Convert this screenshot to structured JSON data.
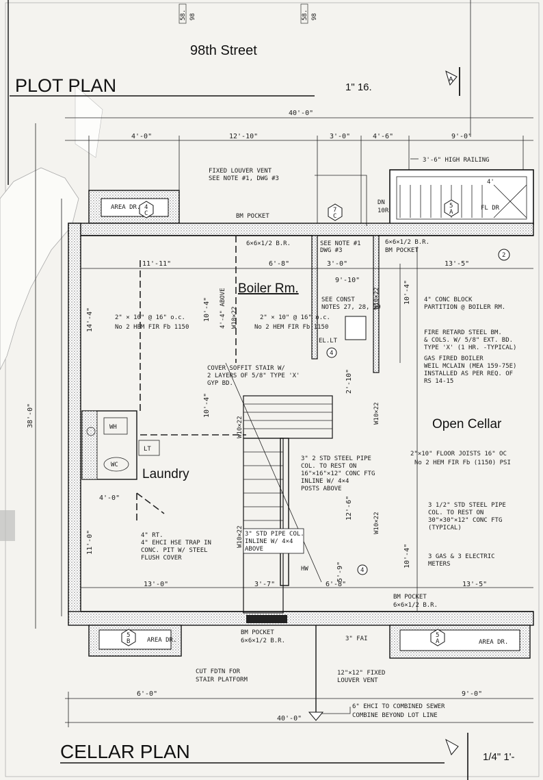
{
  "header": {
    "street": "98th Street",
    "plot_title": "PLOT PLAN",
    "plot_scale": "1\" 16.",
    "section_marker": "A",
    "top_refs": [
      "58.",
      "98",
      "58.",
      "98"
    ]
  },
  "footer": {
    "title": "CELLAR PLAN",
    "scale": "1/4\" 1'-"
  },
  "rooms": {
    "boiler": "Boiler Rm.",
    "laundry": "Laundry",
    "open_cellar": "Open Cellar"
  },
  "dimensions": {
    "overall_top": "40'-0\"",
    "overall_bottom": "40'-0\"",
    "top_segments": [
      "4'-0\"",
      "12'-10\"",
      "3'-0\"",
      "4'-6\"",
      "9'-0\""
    ],
    "left_vertical": "38'-0\"",
    "inner": [
      "11'-11\"",
      "6'-8\"",
      "3'-0\"",
      "13'-5\"",
      "9'-10\"",
      "10'-4\"",
      "10'-4\"",
      "14'-4\"",
      "4'-0\"",
      "13'-0\"",
      "3'-7\"",
      "6'-8\"",
      "13'-5\"",
      "11'-0\"",
      "10'-4\"",
      "4'-4\" ABOVE",
      "2'-10\"",
      "12'-6\"",
      "10'-4\"",
      "5'-9\"",
      "6'-0\"",
      "9'-0\"",
      "4'"
    ],
    "beams": [
      "W10×22",
      "W10×22",
      "W10×22",
      "W10×22",
      "W10×22",
      "W10×22"
    ]
  },
  "notes": {
    "railing": "3'-6\" HIGH RAILING",
    "louver_top": [
      "FIXED LOUVER VENT",
      "SEE NOTE #1, DWG #3"
    ],
    "bm_pocket_top": "BM POCKET",
    "bm_beam_top": "6×6×1/2 B.R.",
    "see_note": [
      "SEE NOTE #1",
      "DWG #3"
    ],
    "bm_right_top": [
      "6×6×1/2 B.R.",
      "BM POCKET"
    ],
    "dn": [
      "DN",
      "10R"
    ],
    "flr": "FL DR",
    "joists_left": [
      "2\" × 10\" @ 16\" o.c.",
      "No 2 HEM FIR Fb 1150"
    ],
    "joists_mid": [
      "2\" × 10\" @ 16\" o.c.",
      "No 2 HEM FIR Fb 1150"
    ],
    "const_notes": [
      "SEE CONST",
      "NOTES 27, 28, 29"
    ],
    "block_partition": [
      "4\" CONC BLOCK",
      "PARTITION @ BOILER RM."
    ],
    "fire_retard": [
      "FIRE RETARD STEEL BM.",
      "& COLS. W/ 5/8\" EXT. BD.",
      "TYPE 'X' (1 HR. -TYPICAL)"
    ],
    "gas_boiler": [
      "GAS FIRED BOILER",
      "WEIL MCLAIN (MEA 159-75E)",
      "INSTALLED AS PER REQ. OF",
      "RS 14-15"
    ],
    "soffit": [
      "COVER SOFFIT STAIR W/",
      "2 LAYERS OF 5/8\" TYPE 'X'",
      "GYP BD."
    ],
    "floor_joists": [
      "2\"×10\" FLOOR JOISTS 16\" OC",
      "No 2 HEM FIR Fb (1150) PSI"
    ],
    "pipe_col_1": [
      "3\" 2 STD STEEL PIPE",
      "COL. TO REST ON",
      "16\"×16\"×12\" CONC FTG",
      "INLINE W/ 4×4",
      "POSTS ABOVE"
    ],
    "pipe_col_2": [
      "3 1/2\" STD STEEL PIPE",
      "COL. TO REST ON",
      "30\"×30\"×12\" CONC FTG",
      "(TYPICAL)"
    ],
    "pipe_col_3": [
      "3\" STD PIPE COL.",
      "INLINE W/ 4×4",
      "ABOVE"
    ],
    "house_trap": [
      "4\" RT.",
      "4\" EHCI HSE TRAP IN",
      "CONC. PIT W/ STEEL",
      "FLUSH COVER"
    ],
    "meters": [
      "3 GAS & 3 ELECTRIC",
      "METERS"
    ],
    "bm_pocket_bottom": [
      "BM POCKET",
      "6×6×1/2 B.R."
    ],
    "bm_pocket_bottom_left": [
      "BM POCKET",
      "6×6×1/2 B.R."
    ],
    "fai": "3\" FAI",
    "louver_bottom": [
      "12\"×12\" FIXED",
      "LOUVER VENT"
    ],
    "platform": [
      "CUT FDTN FOR",
      "STAIR PLATFORM"
    ],
    "sewer": [
      "6\" EHCI TO COMBINED SEWER",
      "COMBINE BEYOND LOT LINE"
    ],
    "area_dr": "AREA DR.",
    "wh": "WH",
    "lt": "LT",
    "wc": "WC",
    "ell": "EL.LT",
    "hw": "HW"
  },
  "tags": {
    "t1": [
      "4",
      "C"
    ],
    "t2": [
      "7",
      "C"
    ],
    "t3": [
      "5",
      "A"
    ],
    "t4": [
      "5",
      "B"
    ],
    "t5": [
      "5",
      "A"
    ],
    "c1": "2",
    "c2": "4",
    "c3": "4"
  }
}
